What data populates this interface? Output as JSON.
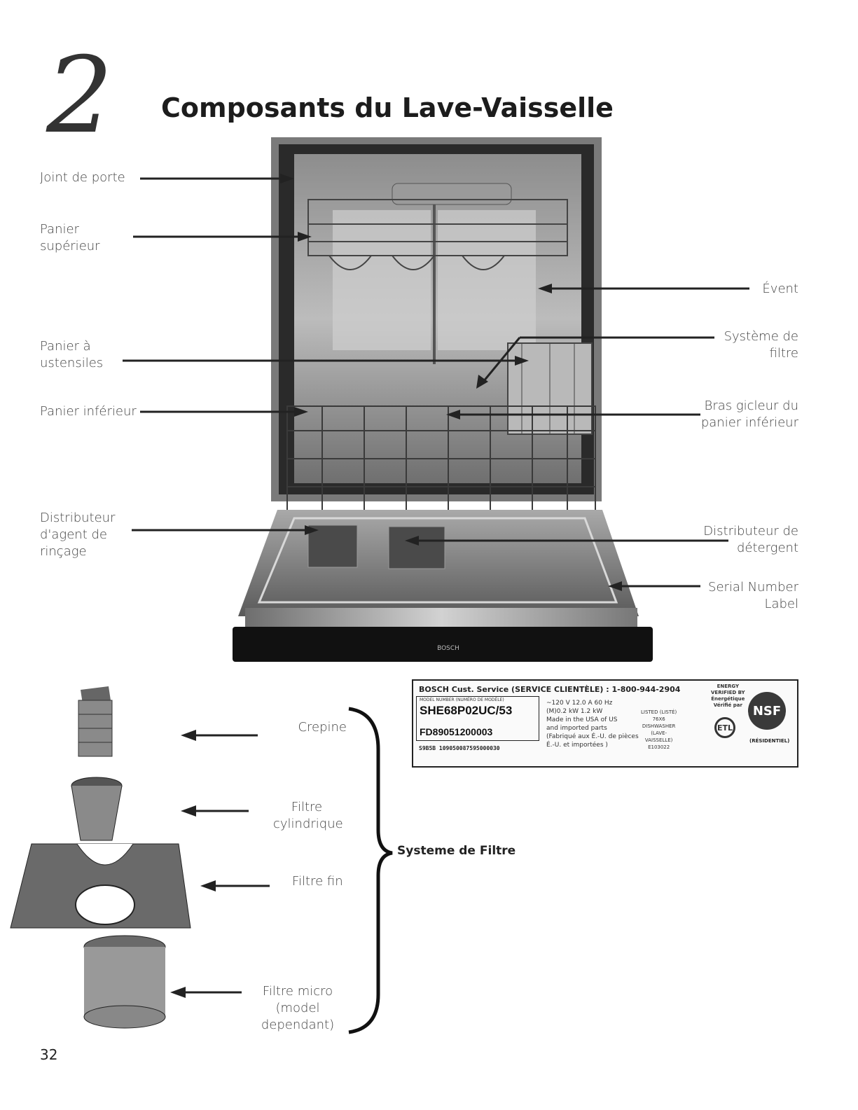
{
  "chapter": {
    "number": "2",
    "title": "Composants du Lave-Vaisselle"
  },
  "labels_left": {
    "door_seal": "Joint de porte",
    "upper_rack_1": "Panier",
    "upper_rack_2": "supérieur",
    "utensil_1": "Panier à",
    "utensil_2": "ustensiles",
    "lower_rack": "Panier inférieur",
    "rinse_1": "Distributeur",
    "rinse_2": "d'agent de",
    "rinse_3": "rinçage"
  },
  "labels_right": {
    "vent": "Évent",
    "filter_1": "Système de",
    "filter_2": "filtre",
    "spray_1": "Bras gicleur du",
    "spray_2": "panier inférieur",
    "detergent_1": "Distributeur de",
    "detergent_2": "détergent",
    "serial_1": "Serial Number",
    "serial_2": "Label"
  },
  "filter_parts": {
    "crepine": "Crepine",
    "cyl_1": "Filtre",
    "cyl_2": "cylindrique",
    "fine": "Filtre fin",
    "micro_1": "Filtre micro",
    "micro_2": "(model dependant)",
    "system": "Systeme de Filtre"
  },
  "plate": {
    "header": "BOSCH   Cust. Service (SERVICE CLIENTÈLE) : 1-800-944-2904",
    "model_caption": "MODEL NUMBER (NUMÉRO DE MODÈLE)",
    "model": "SHE68P02UC/53",
    "serial": "FD89051200003",
    "barcode": "S9B5B  109050087595000030",
    "spec_1": "~120 V    12.0 A   60 Hz",
    "spec_2": "(M)0.2 kW        1.2 kW",
    "spec_3": "Made in the USA of US",
    "spec_4": "and imported parts",
    "spec_5": "(Fabriqué aux É.-U. de pièces",
    "spec_6": "É.-U. et importées )",
    "listed_1": "LISTED (LISTÉ)",
    "listed_2": "76X6",
    "listed_3": "DISHWASHER",
    "listed_4": "(LAVE-",
    "listed_5": "VAISSELLE)",
    "listed_6": "E103022",
    "energy_1": "ENERGY",
    "energy_2": "VERIFIED BY",
    "energy_3": "Énergétique",
    "energy_4": "Vérifié par",
    "nsf": "NSF",
    "etl": "ETL",
    "residential": "(RÉSIDENTIEL)"
  },
  "page_number": "32"
}
